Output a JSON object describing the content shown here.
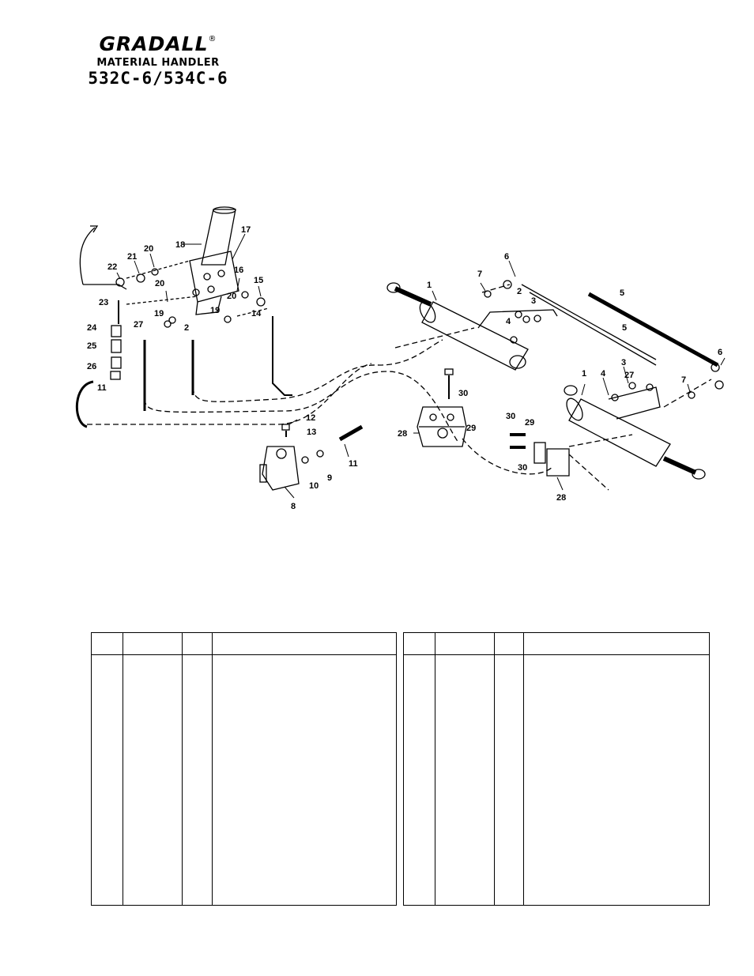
{
  "header": {
    "brand": "GRADALL",
    "registered_mark": "®",
    "subtitle": "MATERIAL HANDLER",
    "models": "532C-6/534C-6"
  },
  "diagram": {
    "callouts": [
      "1",
      "2",
      "3",
      "4",
      "5",
      "6",
      "7",
      "8",
      "9",
      "10",
      "11",
      "12",
      "13",
      "14",
      "15",
      "16",
      "17",
      "18",
      "19",
      "20",
      "21",
      "22",
      "23",
      "24",
      "25",
      "26",
      "27",
      "28",
      "29",
      "30"
    ]
  },
  "parts_tables": [
    {
      "columns": 4,
      "header_labels": [
        "",
        "",
        "",
        ""
      ],
      "rows": []
    },
    {
      "columns": 4,
      "header_labels": [
        "",
        "",
        "",
        ""
      ],
      "rows": []
    }
  ]
}
